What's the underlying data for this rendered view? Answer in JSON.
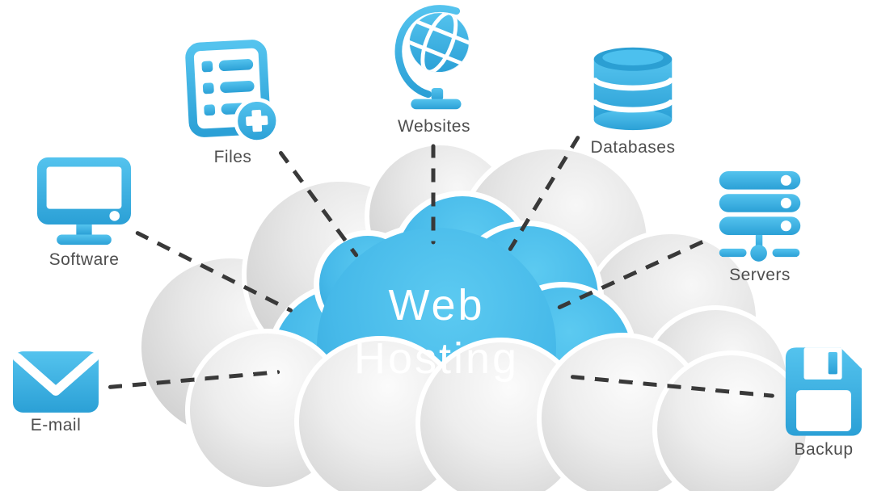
{
  "title": "Web Hosting",
  "center": {
    "line1": "Web",
    "line2": "Hosting"
  },
  "nodes": [
    {
      "id": "software",
      "label": "Software",
      "icon": "monitor-icon"
    },
    {
      "id": "files",
      "label": "Files",
      "icon": "file-list-add-icon"
    },
    {
      "id": "websites",
      "label": "Websites",
      "icon": "globe-icon"
    },
    {
      "id": "databases",
      "label": "Databases",
      "icon": "database-stack-icon"
    },
    {
      "id": "servers",
      "label": "Servers",
      "icon": "server-rack-icon"
    },
    {
      "id": "email",
      "label": "E-mail",
      "icon": "envelope-icon"
    },
    {
      "id": "backup",
      "label": "Backup",
      "icon": "floppy-disk-icon"
    }
  ],
  "colors": {
    "icon_blue": "#3cb4e7",
    "cloud_blue": "#45b8e8",
    "cloud_gray": "#d6d6d6",
    "label_text": "#4e4e4e",
    "connector_dash": "#393939",
    "center_text": "#ffffff"
  }
}
